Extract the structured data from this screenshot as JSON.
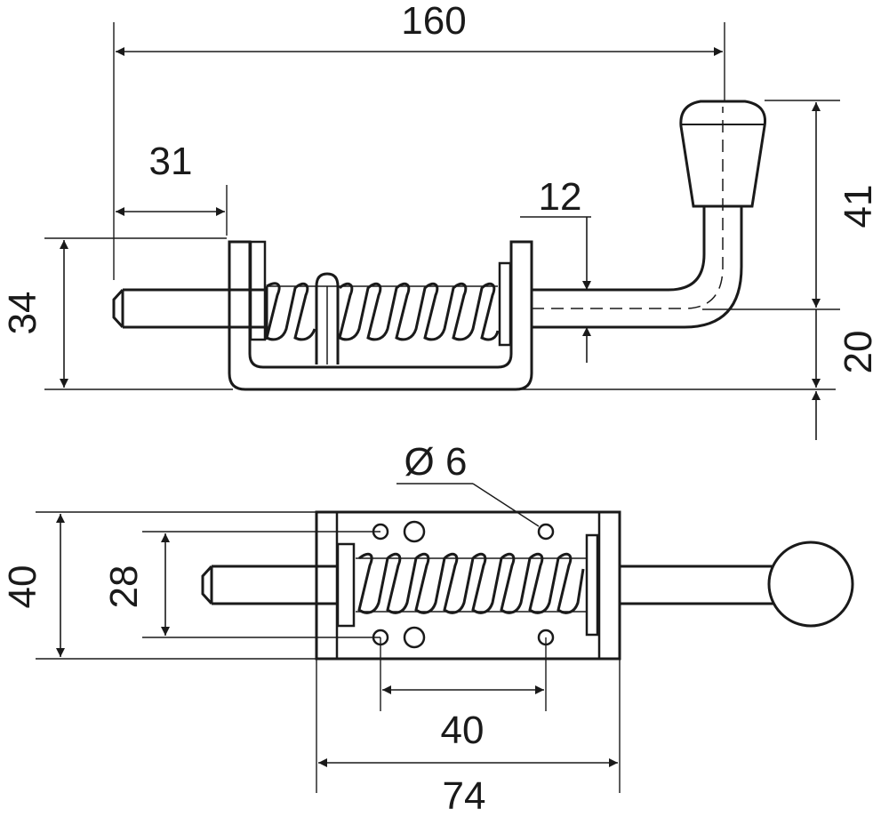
{
  "drawing": {
    "line_color": "#1a1a1a",
    "background": "#ffffff",
    "dimensions": {
      "overall_length": "160",
      "bracket_offset": "31",
      "bracket_height": "34",
      "rod_offset": "12",
      "handle_height": "41",
      "rod_height": "20",
      "hole_diameter": "Ø 6",
      "base_height": "40",
      "hole_spacing_vertical": "28",
      "hole_spacing_horizontal": "40",
      "base_length": "74"
    }
  }
}
